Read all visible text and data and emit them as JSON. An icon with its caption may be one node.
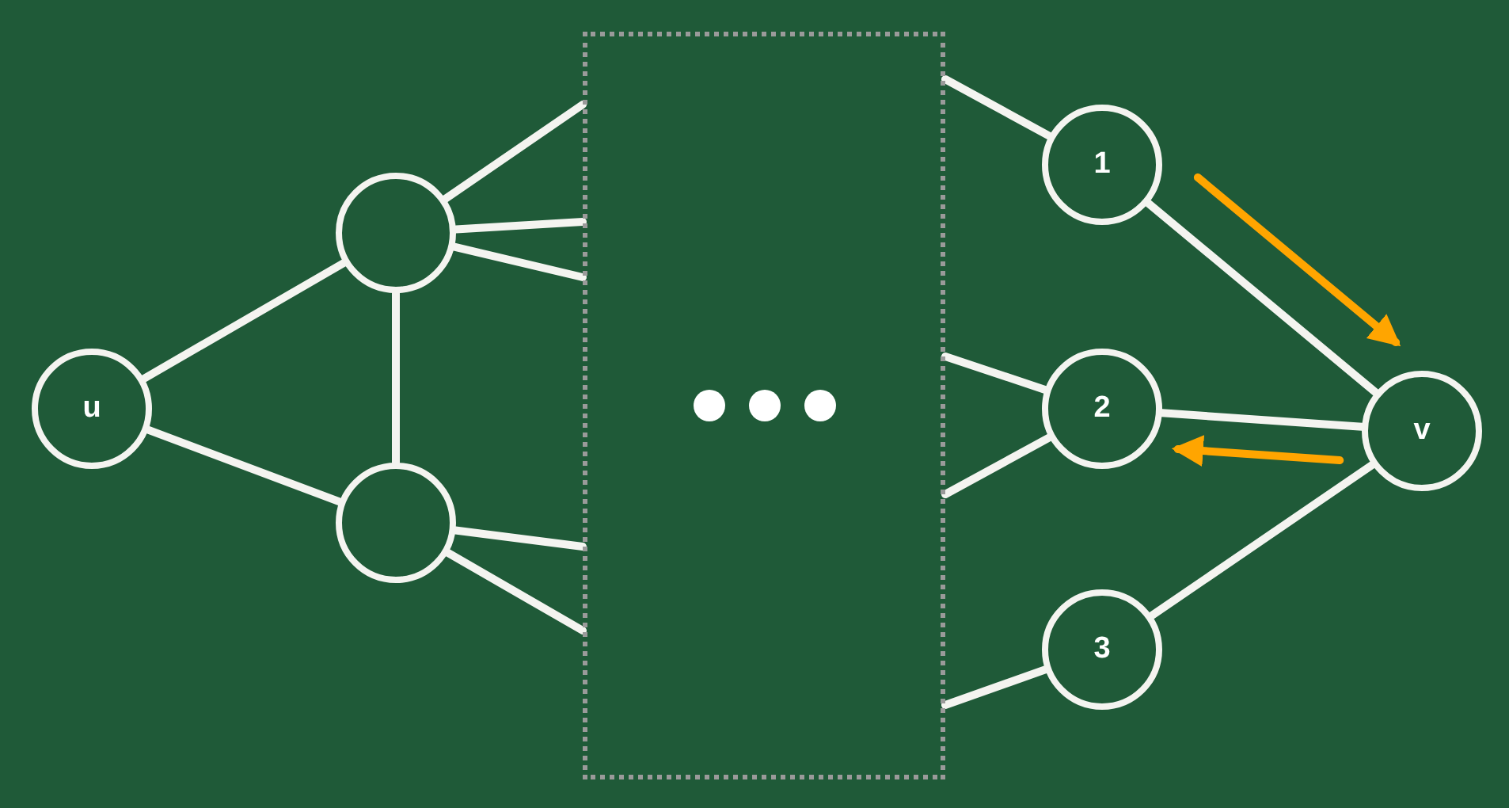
{
  "diagram": {
    "nodes": [
      {
        "text": [
          "u"
        ]
      },
      {
        "text": [],
        "shape": "circle"
      },
      {
        "text": [],
        "shape": "circle"
      },
      {
        "text": [],
        "shape": "box"
      },
      {
        "text": [
          "1"
        ]
      },
      {
        "text": [
          "2"
        ]
      },
      {
        "text": [
          "3"
        ]
      },
      {
        "text": [
          "v"
        ]
      }
    ],
    "edges": [
      {
        "from": 0,
        "to": 1,
        "arrow": "none"
      },
      {
        "from": 0,
        "to": 2,
        "arrow": "none"
      },
      {
        "from": 1,
        "to": 2,
        "arrow": "none"
      },
      {
        "from": 1,
        "to": 3,
        "arrow": "none"
      },
      {
        "from": 1,
        "to": 3,
        "arrow": "none"
      },
      {
        "from": 1,
        "to": 3,
        "arrow": "none"
      },
      {
        "from": 2,
        "to": 3,
        "arrow": "none"
      },
      {
        "from": 2,
        "to": 3,
        "arrow": "none"
      },
      {
        "from": 3,
        "to": 4,
        "arrow": "none"
      },
      {
        "from": 3,
        "to": 5,
        "arrow": "none"
      },
      {
        "from": 3,
        "to": 5,
        "arrow": "none"
      },
      {
        "from": 3,
        "to": 6,
        "arrow": "none"
      },
      {
        "from": 4,
        "to": 7,
        "arrow": "none"
      },
      {
        "from": 5,
        "to": 7,
        "arrow": "none"
      },
      {
        "from": 6,
        "to": 7,
        "arrow": "none"
      },
      {
        "from": 4,
        "to": 7,
        "arrow": "to",
        "color": "#ffa500"
      },
      {
        "from": 7,
        "to": 5,
        "arrow": "to",
        "color": "#ffa500"
      }
    ]
  }
}
